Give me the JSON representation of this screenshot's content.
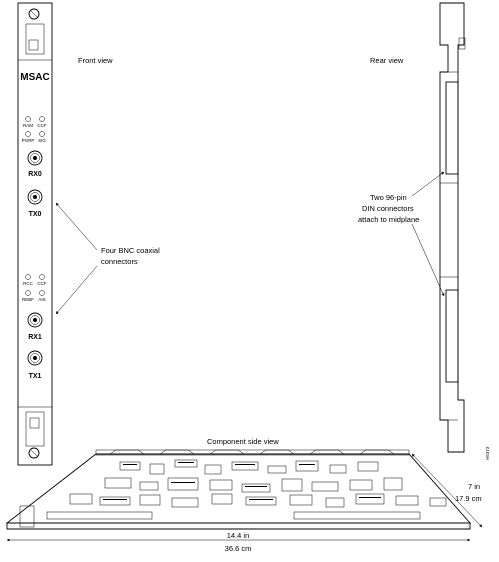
{
  "views": {
    "front": "Front view",
    "rear": "Rear view",
    "component": "Component side view"
  },
  "front_panel": {
    "card_name": "MSAC",
    "leds_top": [
      "RAM",
      "CCF",
      "PGRP",
      "SIG"
    ],
    "leds_bottom": [
      "RCC",
      "CCF",
      "REBF",
      "AIS"
    ],
    "ports": [
      "RX0",
      "TX0",
      "RX1",
      "TX1"
    ]
  },
  "callouts": {
    "bnc": [
      "Four BNC coaxial",
      "connectors"
    ],
    "din": [
      "Two 96-pin",
      "DIN connectors",
      "attach to midplane"
    ]
  },
  "dimensions": {
    "length_in": "14.4 in",
    "length_cm": "36.6 cm",
    "width_in": "7 in",
    "width_cm": "17.9 cm"
  },
  "figure_id": "H5373"
}
